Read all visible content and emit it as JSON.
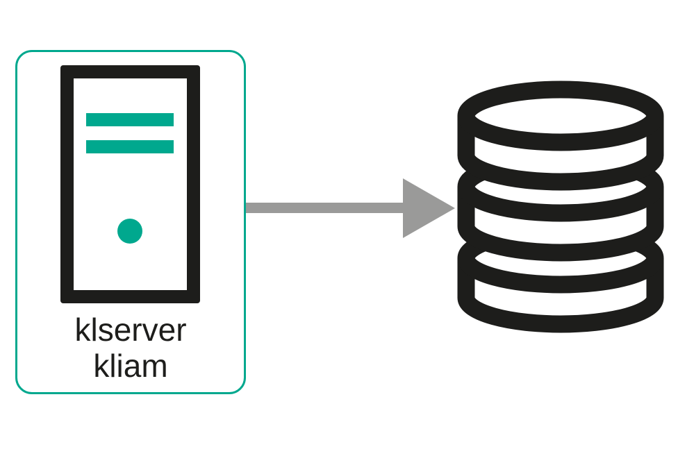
{
  "diagram": {
    "background_color": "#ffffff",
    "colors": {
      "accent_teal": "#00A88E",
      "icon_black": "#1D1D1B",
      "arrow_gray": "#9A9A99",
      "label_text": "#1D1D1B"
    },
    "server_node": {
      "label_line1": "klserver",
      "label_line2": "kliam",
      "icon": "server-tower-icon",
      "border_color": "#00A88E"
    },
    "connector": {
      "type": "arrow",
      "direction": "right",
      "color": "#9A9A99",
      "from": "server_node",
      "to": "database_node"
    },
    "database_node": {
      "icon": "database-stack-icon",
      "disk_count": 3,
      "color": "#1D1D1B"
    }
  }
}
